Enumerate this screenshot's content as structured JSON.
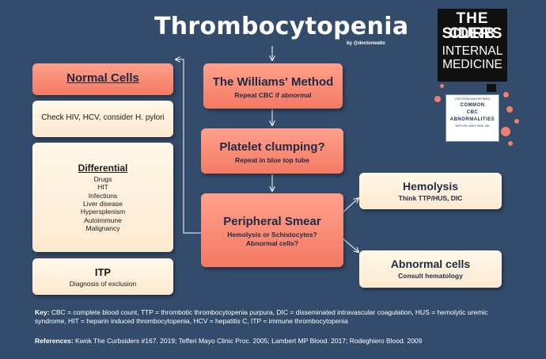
{
  "title": "Thrombocytopenia",
  "byline": "by @doctorwatto",
  "logo": {
    "line1": "THE CURB",
    "line2": "SIDERS",
    "line3": "INTERNAL",
    "line4": "MEDICINE"
  },
  "card": {
    "top": "LIVE FROM WALTER REED",
    "line1": "COMMON",
    "line2": "CBC",
    "line3": "ABNORMALITIES",
    "bottom": "WITH DR. ANDY SINK, MD"
  },
  "left": {
    "normal_cells": "Normal Cells",
    "check": "Check HIV, HCV, consider H. pylori",
    "differential_title": "Differential",
    "differential_items": [
      "Drugs",
      "HIT",
      "Infections",
      "Liver disease",
      "Hypersplenism",
      "Autoimmune",
      "Malignancy"
    ],
    "itp_title": "ITP",
    "itp_sub": "Diagnosis of exclusion"
  },
  "center": {
    "williams_title": "The Williams' Method",
    "williams_sub": "Repeat CBC if abnormal",
    "clumping_title": "Platelet clumping?",
    "clumping_sub": "Repeat in blue top tube",
    "smear_title": "Peripheral Smear",
    "smear_sub1": "Hemolysis or Schistocytes?",
    "smear_sub2": "Abnormal cells?"
  },
  "right": {
    "hemolysis_title": "Hemolysis",
    "hemolysis_sub": "Think TTP/HUS, DIC",
    "abnormal_title": "Abnormal cells",
    "abnormal_sub": "Consult hematology"
  },
  "footer": {
    "key_label": "Key:",
    "key_text": "CBC = complete blood count, TTP = thrombotic thrombocytopenia purpura, DIC = disseminated intravascular coagulation, HUS = hemolytic uremic syndrome, HIT = heparin induced thrombocytopenia, HCV = hepatitis C, ITP = immune thrombocytopenia",
    "refs_label": "References:",
    "refs_text": "Kwok The Curbsiders #167. 2019; Tefferi Mayo Clinic Proc. 2005; Lambert MP Blood. 2017; Rodeghiero Blood. 2009"
  },
  "colors": {
    "background": "#344c6b",
    "salmon": "#f47a63",
    "cream": "#fdf1de",
    "accent_dot": "#f07f6f"
  }
}
